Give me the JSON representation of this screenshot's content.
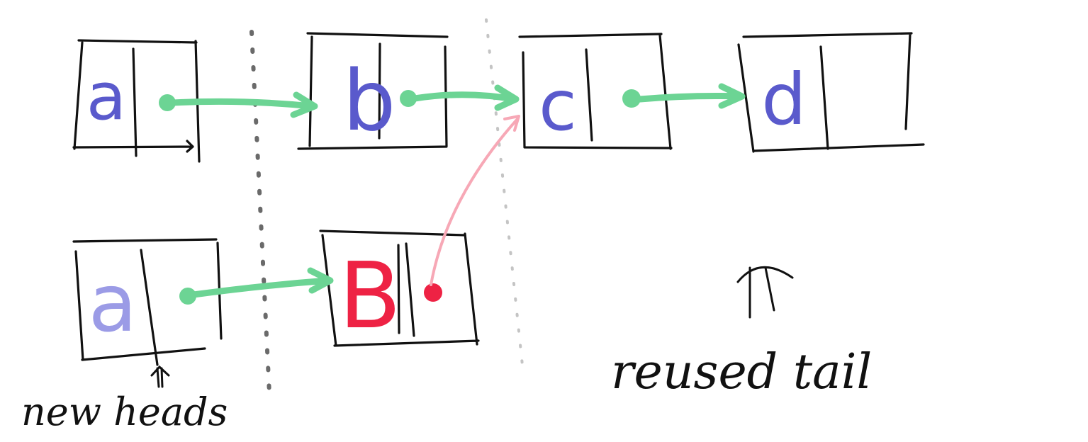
{
  "colors": {
    "old_value": "#5a5acc",
    "new_value_a": "#9b9be6",
    "new_value_b": "#ee2244",
    "pointer_green": "#6cd494",
    "pointer_red": "#ee2244",
    "pointer_red_faint": "#f7a8b6",
    "ink": "#111111",
    "separator": "#9a9a9a"
  },
  "original_list": {
    "nodes": [
      {
        "value": "a"
      },
      {
        "value": "b"
      },
      {
        "value": "c"
      },
      {
        "value": "d"
      }
    ]
  },
  "new_list": {
    "nodes": [
      {
        "value": "a"
      },
      {
        "value": "B"
      }
    ]
  },
  "labels": {
    "new_heads": "new heads",
    "reused_tail": "reused tail"
  }
}
